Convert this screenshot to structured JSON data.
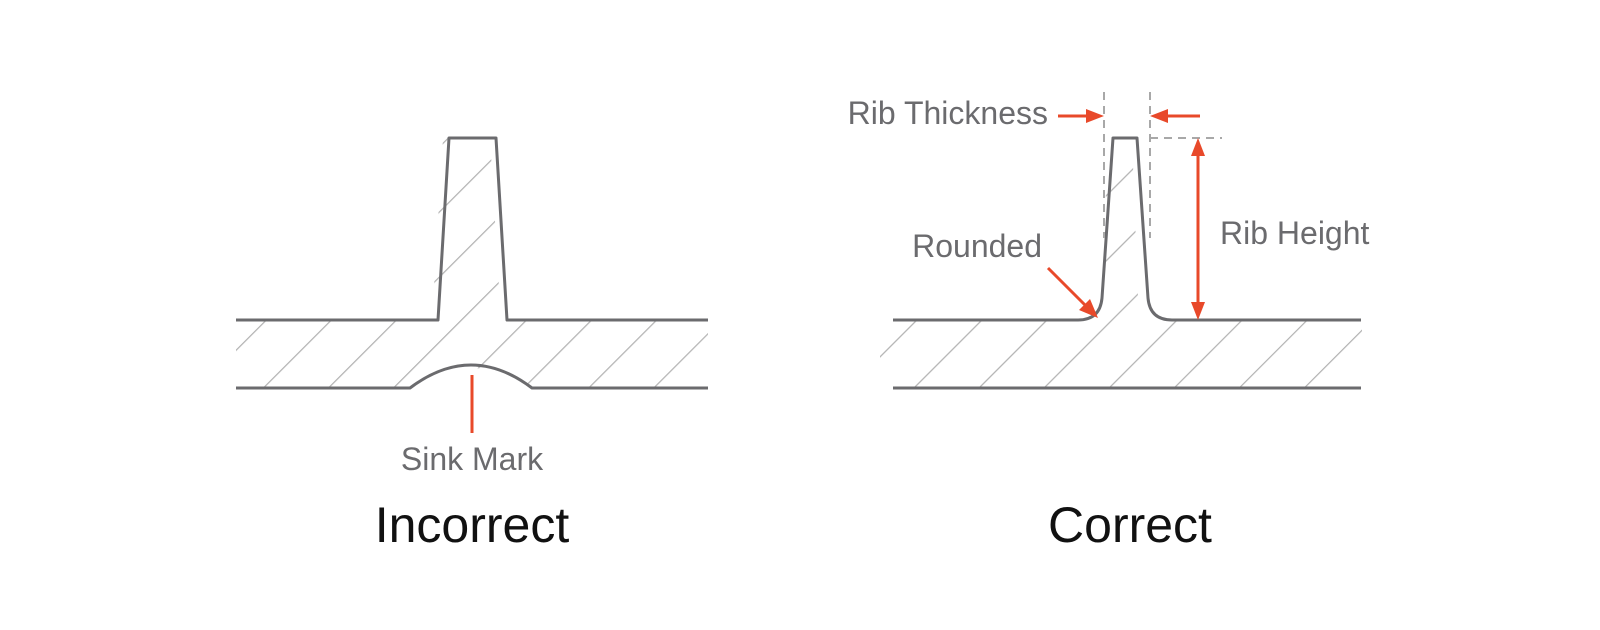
{
  "diagram": {
    "incorrect": {
      "caption": "Incorrect",
      "callout": "Sink Mark"
    },
    "correct": {
      "caption": "Correct",
      "thickness_label": "Rib Thickness",
      "height_label": "Rib Height",
      "fillet_label": "Rounded"
    }
  },
  "colors": {
    "outline": "#6b6b6e",
    "hatch": "#b3b3b3",
    "accent": "#e8492a",
    "text": "#6b6b6e",
    "caption": "#111111"
  }
}
